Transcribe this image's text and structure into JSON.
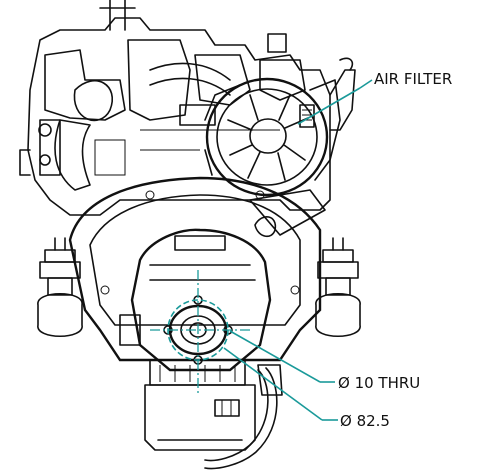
{
  "drawing": {
    "accent_color": "#1a9a9a",
    "ink_color": "#111111",
    "callouts": [
      {
        "id": "air-filter",
        "label": "AIR FILTER"
      },
      {
        "id": "thru-hole",
        "label": "Ø 10 THRU"
      },
      {
        "id": "bolt-circle",
        "label": "Ø 82.5"
      }
    ]
  }
}
